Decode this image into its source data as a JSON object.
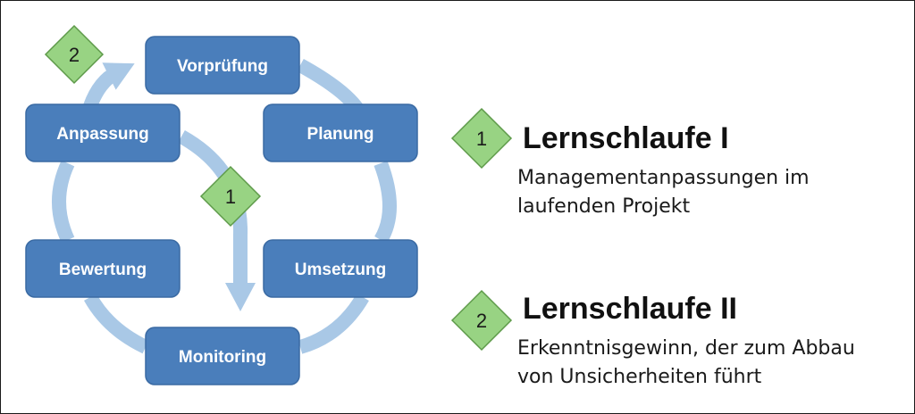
{
  "cycle": {
    "nodes": [
      {
        "label": "Vorprüfung"
      },
      {
        "label": "Planung"
      },
      {
        "label": "Umsetzung"
      },
      {
        "label": "Monitoring"
      },
      {
        "label": "Bewertung"
      },
      {
        "label": "Anpassung"
      }
    ],
    "badges": [
      {
        "number": "2"
      },
      {
        "number": "1"
      }
    ]
  },
  "legend": {
    "items": [
      {
        "number": "1",
        "title": "Lernschlaufe I",
        "description_lines": [
          "Managementanpassungen im",
          "laufenden Projekt"
        ]
      },
      {
        "number": "2",
        "title": "Lernschlaufe II",
        "description_lines": [
          "Erkenntnisgewinn, der zum Abbau",
          "von Unsicherheiten führt"
        ]
      }
    ]
  },
  "colors": {
    "node_fill": "#4a7ebb",
    "node_stroke": "#3a6aa3",
    "arrow": "#a9c8e6",
    "badge_fill": "#98d383",
    "badge_stroke": "#5e9a4a"
  }
}
